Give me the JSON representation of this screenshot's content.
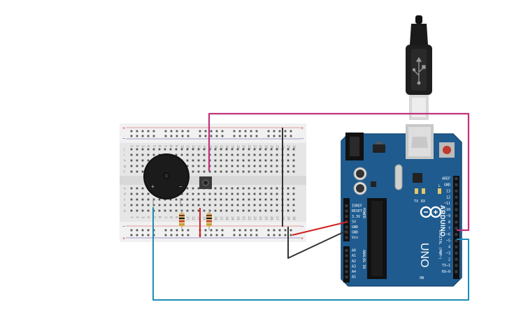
{
  "board": {
    "brand_label": "ARDUINO",
    "model_label": "UNO",
    "power_header_label": "POWER",
    "analog_header_label": "ANALOG IN",
    "digital_header_label": "DIGITAL (PWM~)",
    "led_labels": [
      "TX",
      "RX",
      "L",
      "ON"
    ],
    "power_pins": [
      "IOREF",
      "RESET",
      "3.3V",
      "5V",
      "GND",
      "GND",
      "Vin"
    ],
    "analog_pins": [
      "A0",
      "A1",
      "A2",
      "A3",
      "A4",
      "A5"
    ],
    "digital_pins": [
      "AREF",
      "GND",
      "13",
      "12",
      "~11",
      "~10",
      "~9",
      "8",
      "7",
      "~6",
      "~5",
      "4",
      "~3",
      "2",
      "TX→1",
      "RX←0"
    ]
  },
  "breadboard": {
    "row_letters_top": [
      "j",
      "i",
      "h",
      "g",
      "f"
    ],
    "row_letters_bottom": [
      "e",
      "d",
      "c",
      "b",
      "a"
    ],
    "column_numbers": [
      "1",
      "2",
      "3",
      "4",
      "5",
      "6",
      "7",
      "8",
      "9",
      "10",
      "11",
      "12",
      "13",
      "14",
      "15",
      "16",
      "17",
      "18",
      "19",
      "20",
      "21",
      "22",
      "23",
      "24",
      "25",
      "26",
      "27",
      "28",
      "29",
      "30"
    ],
    "rail_plus": "+",
    "rail_minus": "−"
  },
  "buzzer": {
    "plus_label": "+",
    "minus_label": "−"
  },
  "colors": {
    "board_blue": "#1f5b8f",
    "breadboard": "#e6e6e6",
    "wire_magenta": "#c0337a",
    "wire_cyan": "#1c8db5",
    "wire_red": "#d22020",
    "wire_black": "#333333"
  }
}
